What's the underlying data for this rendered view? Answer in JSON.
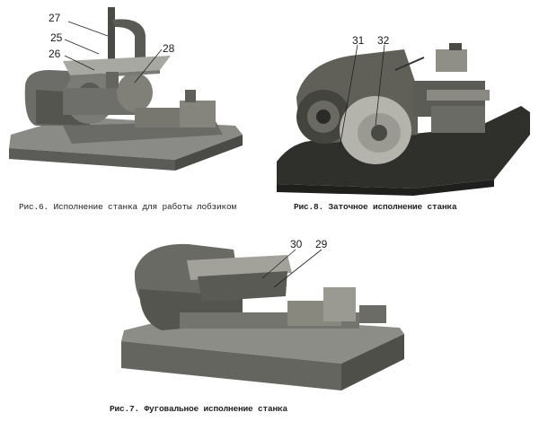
{
  "figures": [
    {
      "caption": "Рис.6. Исполнение станка для работы лобзиком",
      "callouts": [
        "27",
        "25",
        "26",
        "28"
      ]
    },
    {
      "caption": "Рис.8. Заточное исполнение станка",
      "callouts": [
        "31",
        "32"
      ]
    },
    {
      "caption": "Рис.7. Фуговальное исполнение станка",
      "callouts": [
        "30",
        "29"
      ]
    }
  ]
}
